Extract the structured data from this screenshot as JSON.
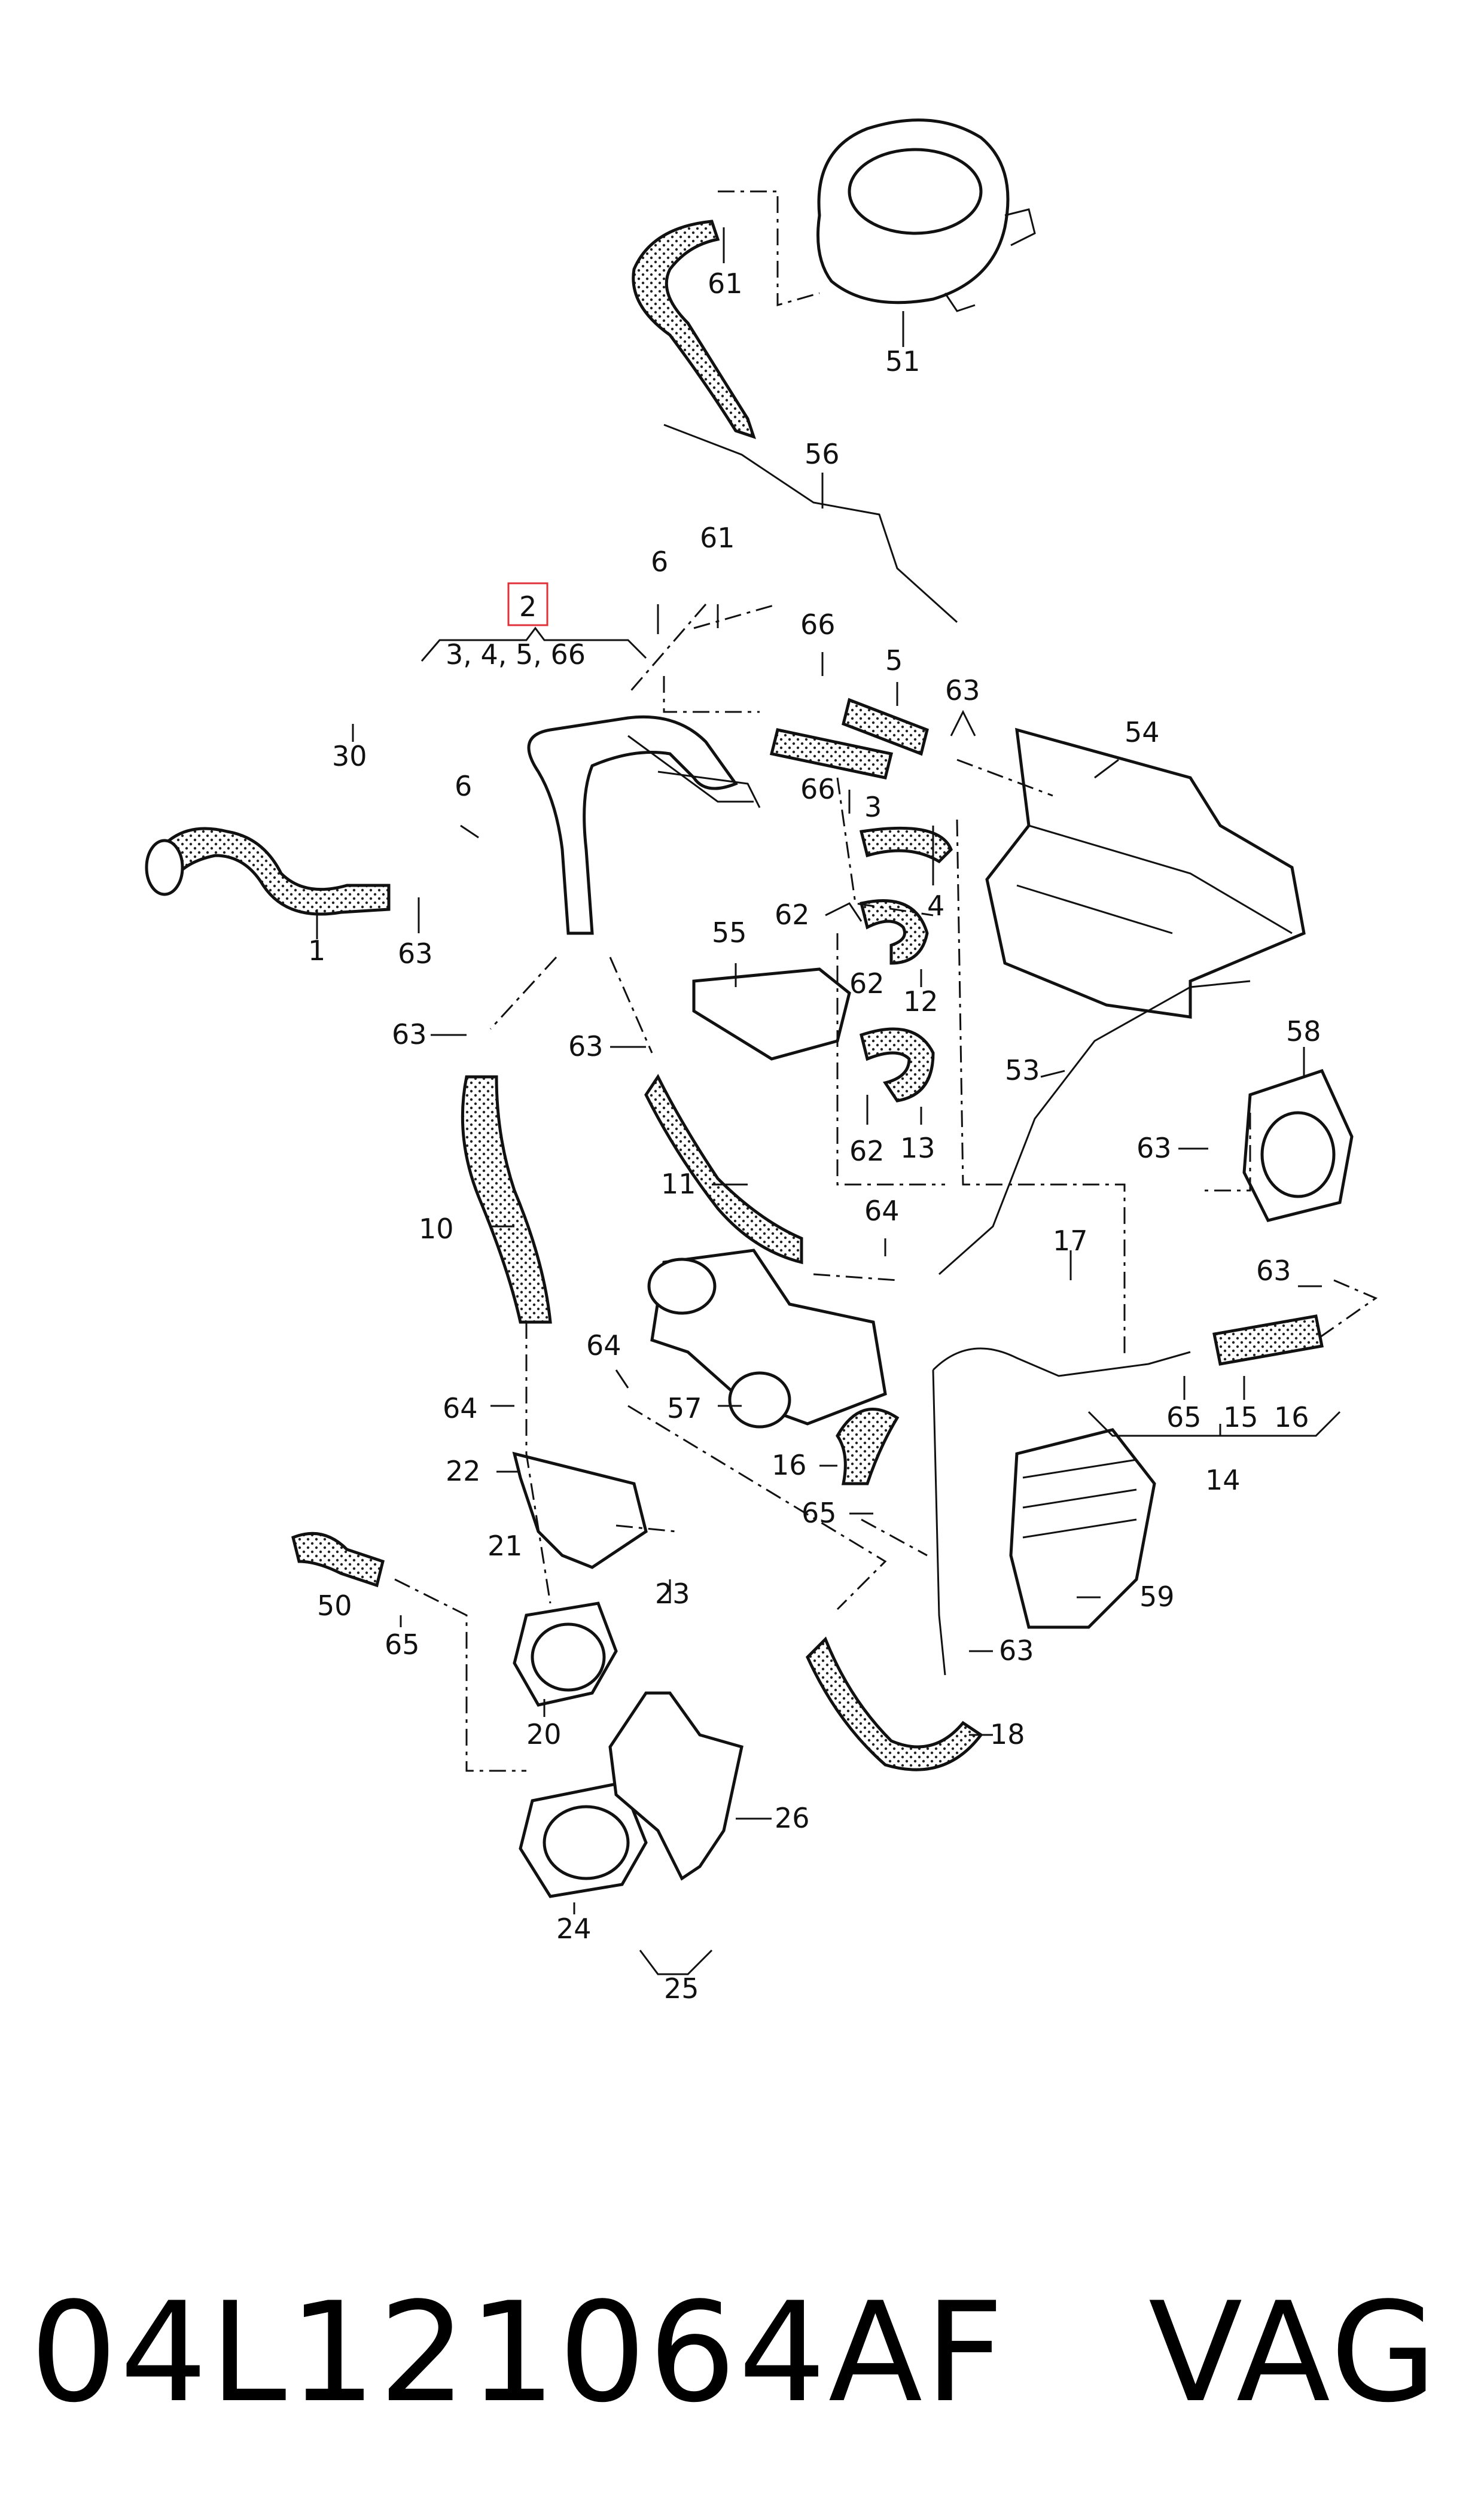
{
  "diagram": {
    "highlight_color": "#e0303a",
    "callouts": [
      {
        "id": "c61a",
        "text": "61"
      },
      {
        "id": "c51",
        "text": "51"
      },
      {
        "id": "c56",
        "text": "56"
      },
      {
        "id": "c6a",
        "text": "6"
      },
      {
        "id": "c61b",
        "text": "61"
      },
      {
        "id": "c2",
        "text": "2"
      },
      {
        "id": "cgroup",
        "text": "3, 4, 5, 66"
      },
      {
        "id": "c66a",
        "text": "66"
      },
      {
        "id": "c5",
        "text": "5"
      },
      {
        "id": "c63a",
        "text": "63"
      },
      {
        "id": "c54",
        "text": "54"
      },
      {
        "id": "c30",
        "text": "30"
      },
      {
        "id": "c6b",
        "text": "6"
      },
      {
        "id": "c66b",
        "text": "66"
      },
      {
        "id": "c3",
        "text": "3"
      },
      {
        "id": "c4",
        "text": "4"
      },
      {
        "id": "c1",
        "text": "1"
      },
      {
        "id": "c63b",
        "text": "63"
      },
      {
        "id": "c55",
        "text": "55"
      },
      {
        "id": "c62a",
        "text": "62"
      },
      {
        "id": "c62b",
        "text": "62"
      },
      {
        "id": "c12",
        "text": "12"
      },
      {
        "id": "c63c",
        "text": "63"
      },
      {
        "id": "c63d",
        "text": "63"
      },
      {
        "id": "c53",
        "text": "53"
      },
      {
        "id": "c58",
        "text": "58"
      },
      {
        "id": "c62c",
        "text": "62"
      },
      {
        "id": "c13",
        "text": "13"
      },
      {
        "id": "c63e",
        "text": "63"
      },
      {
        "id": "c11",
        "text": "11"
      },
      {
        "id": "c64a",
        "text": "64"
      },
      {
        "id": "c10",
        "text": "10"
      },
      {
        "id": "c17",
        "text": "17"
      },
      {
        "id": "c63f",
        "text": "63"
      },
      {
        "id": "c64b",
        "text": "64"
      },
      {
        "id": "c57",
        "text": "57"
      },
      {
        "id": "c64c",
        "text": "64"
      },
      {
        "id": "c65a",
        "text": "65"
      },
      {
        "id": "c15",
        "text": "15"
      },
      {
        "id": "c16a",
        "text": "16"
      },
      {
        "id": "c14",
        "text": "14"
      },
      {
        "id": "c22",
        "text": "22"
      },
      {
        "id": "c16b",
        "text": "16"
      },
      {
        "id": "c65b",
        "text": "65"
      },
      {
        "id": "c21",
        "text": "21"
      },
      {
        "id": "c50",
        "text": "50"
      },
      {
        "id": "c23",
        "text": "23"
      },
      {
        "id": "c59",
        "text": "59"
      },
      {
        "id": "c65c",
        "text": "65"
      },
      {
        "id": "c63g",
        "text": "63"
      },
      {
        "id": "c20",
        "text": "20"
      },
      {
        "id": "c18",
        "text": "18"
      },
      {
        "id": "c26",
        "text": "26"
      },
      {
        "id": "c24",
        "text": "24"
      },
      {
        "id": "c25",
        "text": "25"
      }
    ]
  },
  "footer": {
    "part_number": "04L121064AF",
    "brand": "VAG"
  }
}
